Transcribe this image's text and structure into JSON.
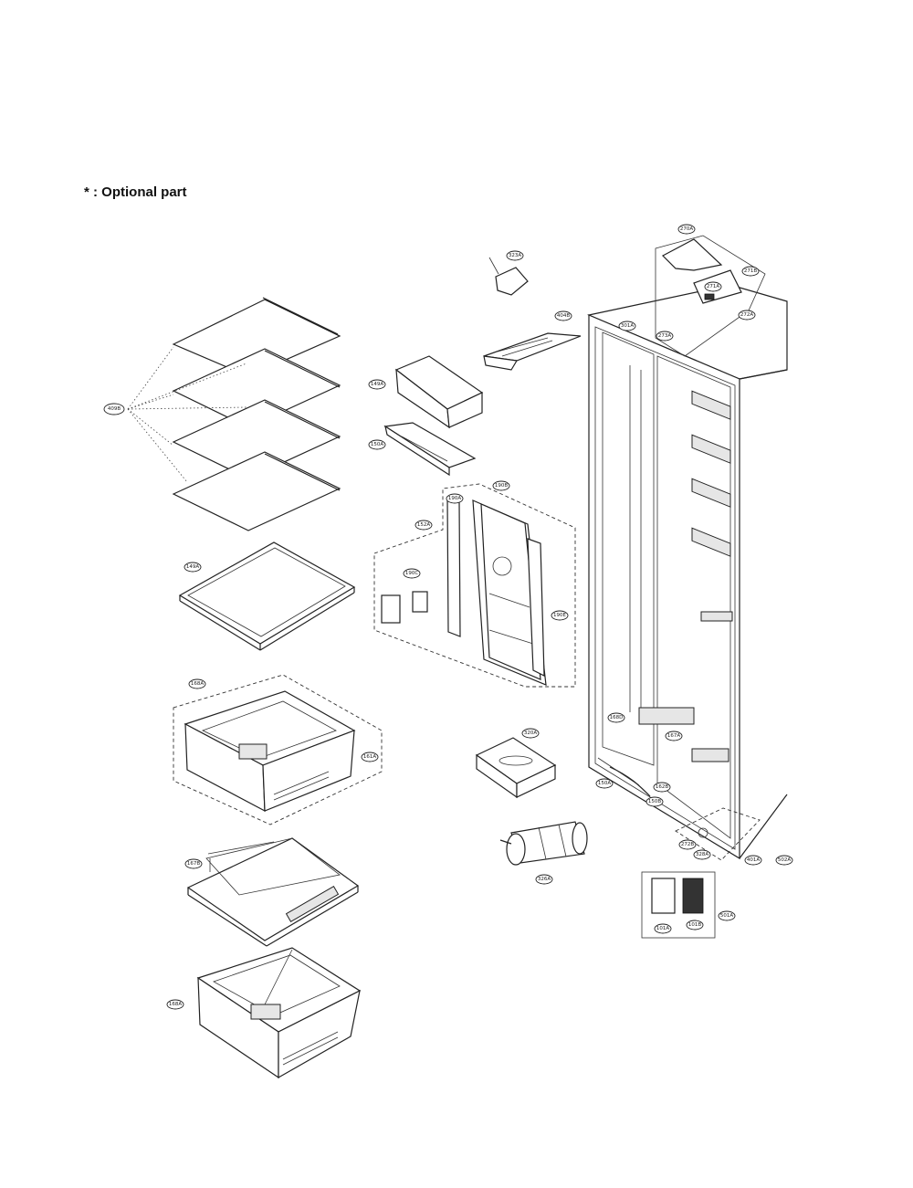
{
  "note": "* : Optional part",
  "callouts": {
    "c1": "323A",
    "c2": "404B",
    "c3": "149A",
    "c4": "150A",
    "c5": "190B",
    "c6": "190A",
    "c7": "152A",
    "c8": "190C",
    "c9": "190E",
    "c10": "409B",
    "c11": "149A",
    "c12": "168A",
    "c13": "161A",
    "c14": "167B",
    "c15": "320A",
    "c16": "326A",
    "c17": "168A",
    "c18": "168D",
    "c19": "167A",
    "c20": "150A",
    "c21": "162B",
    "c22": "150B",
    "c23": "272B",
    "c24": "328A",
    "c25": "401A",
    "c26": "502A",
    "c27": "501A",
    "c28": "101A",
    "c29": "101B",
    "c30": "301A",
    "c31": "270A",
    "c32": "271B",
    "c33": "272A",
    "c34": "271A",
    "c35": "273A"
  }
}
